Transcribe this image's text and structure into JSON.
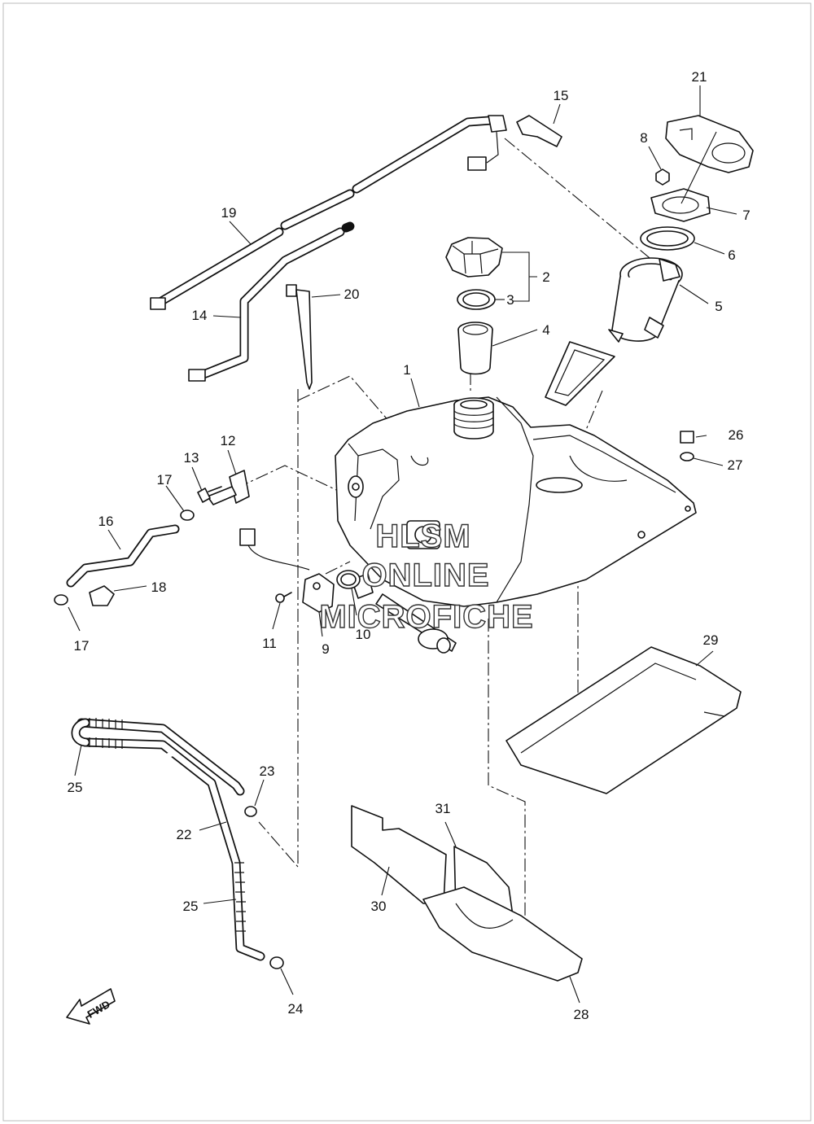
{
  "watermark": [
    "HLSM",
    "ONLINE",
    "MICROFICHE"
  ],
  "fwd_label": "FWD",
  "callouts": [
    "1",
    "2",
    "3",
    "4",
    "5",
    "6",
    "7",
    "8",
    "9",
    "10",
    "11",
    "12",
    "13",
    "14",
    "15",
    "16",
    "17",
    "17",
    "18",
    "19",
    "20",
    "21",
    "22",
    "23",
    "24",
    "25",
    "25",
    "26",
    "27",
    "28",
    "29",
    "30",
    "31"
  ]
}
